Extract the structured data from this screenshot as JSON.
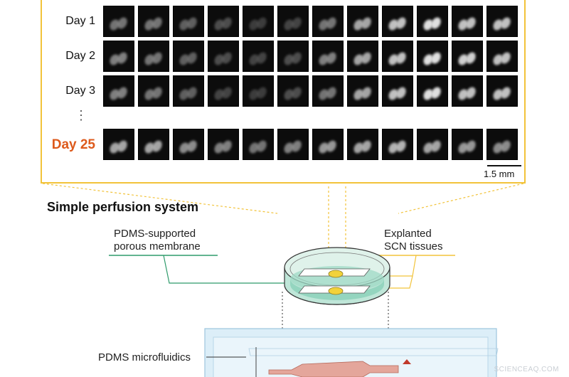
{
  "rows": [
    {
      "label": "Day 1",
      "highlight": false,
      "levels": [
        0.55,
        0.55,
        0.45,
        0.35,
        0.25,
        0.3,
        0.55,
        0.75,
        0.85,
        0.95,
        0.85,
        0.85
      ]
    },
    {
      "label": "Day 2",
      "highlight": false,
      "levels": [
        0.6,
        0.55,
        0.45,
        0.35,
        0.3,
        0.35,
        0.6,
        0.75,
        0.85,
        0.95,
        0.9,
        0.85
      ]
    },
    {
      "label": "Day 3",
      "highlight": false,
      "levels": [
        0.6,
        0.55,
        0.45,
        0.3,
        0.25,
        0.35,
        0.55,
        0.75,
        0.85,
        0.95,
        0.85,
        0.85
      ]
    },
    {
      "label": "Day 25",
      "highlight": true,
      "levels": [
        0.75,
        0.75,
        0.65,
        0.6,
        0.55,
        0.6,
        0.7,
        0.75,
        0.8,
        0.75,
        0.7,
        0.65
      ]
    }
  ],
  "ellipsis": "⋮",
  "scale_label": "1.5 mm",
  "section_title": "Simple perfusion system",
  "labels": {
    "membrane_line1": "PDMS-supported",
    "membrane_line2": "porous membrane",
    "tissue_line1": "Explanted",
    "tissue_line2": "SCN tissues",
    "microfluidics": "PDMS microfluidics"
  },
  "watermark": "SCIENCEAQ.COM",
  "colors": {
    "frame": "#f2c33a",
    "highlight": "#dd5a1c",
    "membrane_line": "#2f9b6b",
    "tissue_line": "#f2c33a",
    "dish_fluid": "#8fd3bd",
    "channel": "#e4a69b"
  }
}
